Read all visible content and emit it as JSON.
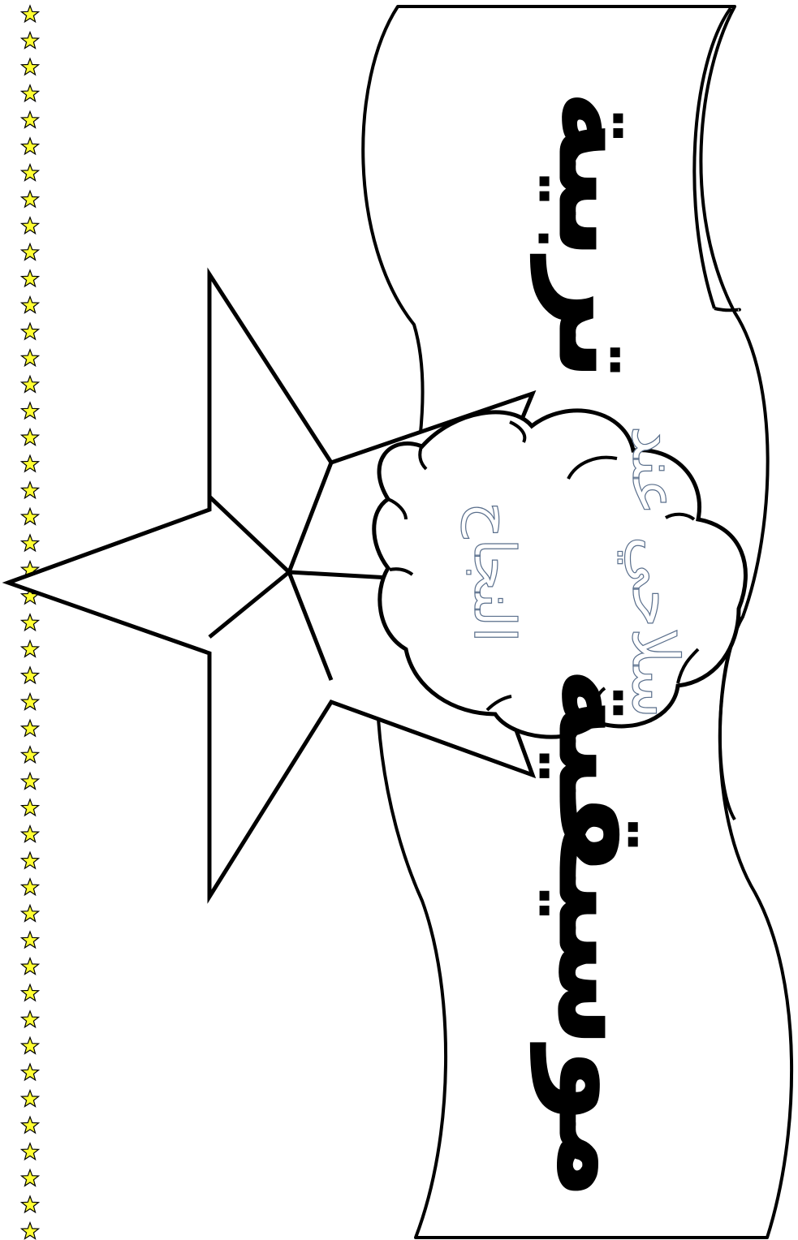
{
  "banner": {
    "upper_word": "تربية",
    "lower_word": "موسيقية"
  },
  "cloud": {
    "line1": "سلاحي عند",
    "line2": "النجاح"
  },
  "colors": {
    "star_border_fill": "#ffff33",
    "outline": "#000000",
    "cloud_text_stroke": "#5a6f8c"
  },
  "icons": {
    "border_star": "star-icon",
    "big_star": "star-shape",
    "cloud": "cloud-shape",
    "scroll": "scroll-banner"
  }
}
